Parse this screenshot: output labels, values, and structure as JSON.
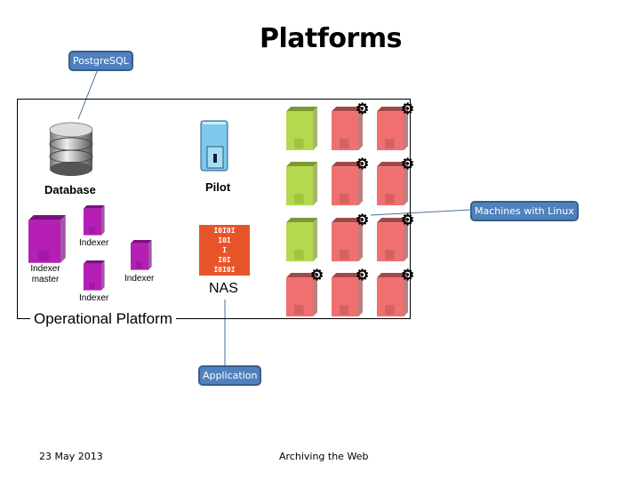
{
  "title": "Platforms",
  "callouts": {
    "postgresql": "PostgreSQL",
    "machines": "Machines with Linux",
    "application": "Application"
  },
  "operational_platform": {
    "legend": "Operational Platform",
    "database": "Database",
    "pilot": "Pilot",
    "nas": "NAS",
    "nas_glyph": [
      "I0I0I",
      "I0I",
      "I",
      "I0I",
      "I0I0I"
    ],
    "indexer_master": "Indexer master",
    "indexers": [
      "Indexer",
      "Indexer",
      "Indexer"
    ]
  },
  "machines_grid": [
    [
      "green",
      "red-gear",
      "red-gear"
    ],
    [
      "green",
      "red-gear",
      "red-gear"
    ],
    [
      "green",
      "red-gear",
      "red-gear"
    ],
    [
      "red-gear",
      "red-gear",
      "red-gear"
    ]
  ],
  "colors": {
    "callout": "#4f81bd",
    "green_server": "#b5d94e",
    "red_server": "#f07070",
    "indexer": "#b51fb5",
    "nas": "#e8542a",
    "pilot": "#7ec8ee"
  },
  "footer": {
    "date": "23 May 2013",
    "center": "Archiving the Web"
  }
}
